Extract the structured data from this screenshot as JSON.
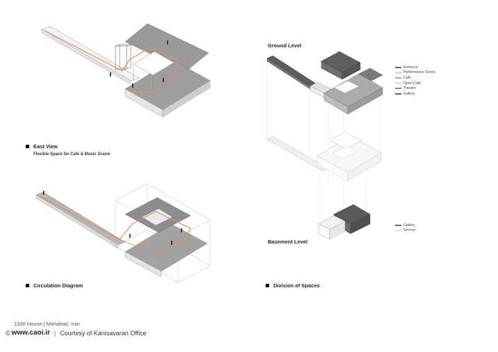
{
  "views": {
    "east_view": {
      "title": "East View",
      "subtitle": "Flexible Space for Cafe & Music Scene"
    },
    "circulation": {
      "title": "Circulation Diagram"
    },
    "division": {
      "title": "Division of Spaces"
    }
  },
  "levels": {
    "ground": {
      "title": "Ground Level",
      "legend": [
        {
          "label": "Entrance",
          "color": "#666666"
        },
        {
          "label": "Performance Scene",
          "color": "#dddddd"
        },
        {
          "label": "Cafe",
          "color": "#a9a9a9"
        },
        {
          "label": "Open Cafe",
          "color": "#e3e3e3"
        },
        {
          "label": "Theatre",
          "color": "#8a8a8a"
        },
        {
          "label": "Gallery",
          "color": "#5e5e5e"
        }
      ]
    },
    "basement": {
      "title": "Basement Level",
      "legend": [
        {
          "label": "Gallery",
          "color": "#666666"
        },
        {
          "label": "Service",
          "color": "#e6e6e6"
        }
      ]
    }
  },
  "footer": {
    "project": "1330 House  |  Mahabad, Iran",
    "copyright_symbol": "©",
    "site": "www.caoi.ir",
    "separator": "|",
    "courtesy": "Courtesy of Kanisavaran Office"
  },
  "colors": {
    "circulation_path": "#f08a5d",
    "mass_dark": "#5a5a5a",
    "mass_light": "#d9d9d9"
  }
}
